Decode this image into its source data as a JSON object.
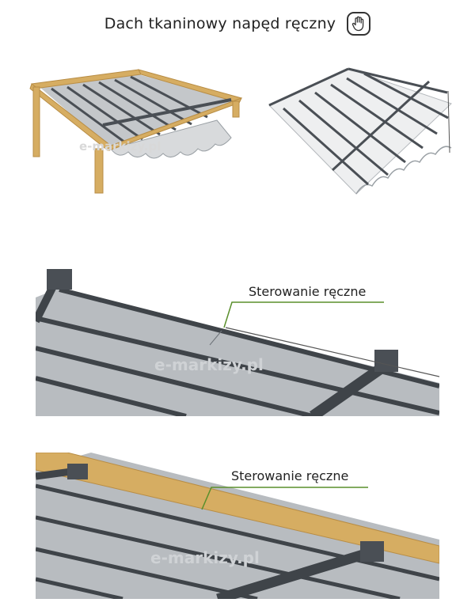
{
  "header": {
    "title": "Dach tkaninowy napęd ręczny",
    "icon": "hand-icon"
  },
  "watermark": "e-markizy.pl",
  "callouts": {
    "middle": "Sterowanie ręczne",
    "bottom": "Sterowanie ręczne"
  },
  "colors": {
    "wood": "#d6ad62",
    "frame_dark": "#4a4f55",
    "fabric": "#bfc3c7",
    "callout_line": "#5a8f2c"
  }
}
